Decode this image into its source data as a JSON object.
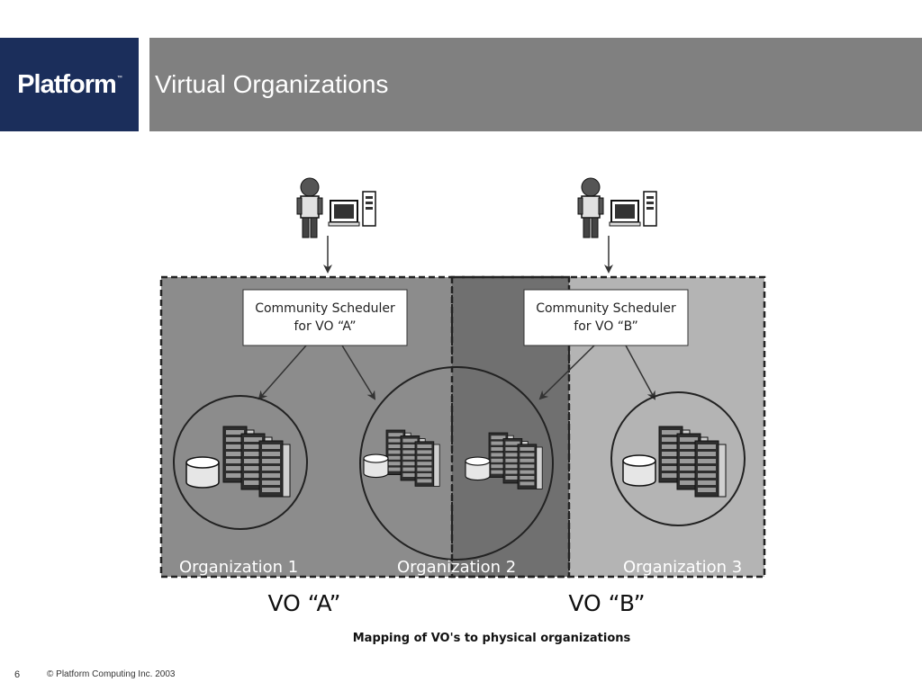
{
  "header": {
    "logo_text": "Platform",
    "logo_tm": "™",
    "title": "Virtual Organizations"
  },
  "diagram": {
    "schedulers": [
      {
        "line1": "Community Scheduler",
        "line2": "for VO “A”"
      },
      {
        "line1": "Community Scheduler",
        "line2": "for VO “B”"
      }
    ],
    "organizations": [
      "Organization 1",
      "Organization 2",
      "Organization 3"
    ],
    "vo_labels": [
      "VO “A”",
      "VO “B”"
    ],
    "caption": "Mapping of VO's to physical organizations"
  },
  "footer": {
    "page_number": "6",
    "copyright": "© Platform Computing Inc. 2003"
  },
  "colors": {
    "logo_bg": "#1b2e5b",
    "title_bar": "#808080",
    "org1_fill": "#8c8c8c",
    "org2_fill": "#707070",
    "org3_fill": "#b4b4b4"
  }
}
